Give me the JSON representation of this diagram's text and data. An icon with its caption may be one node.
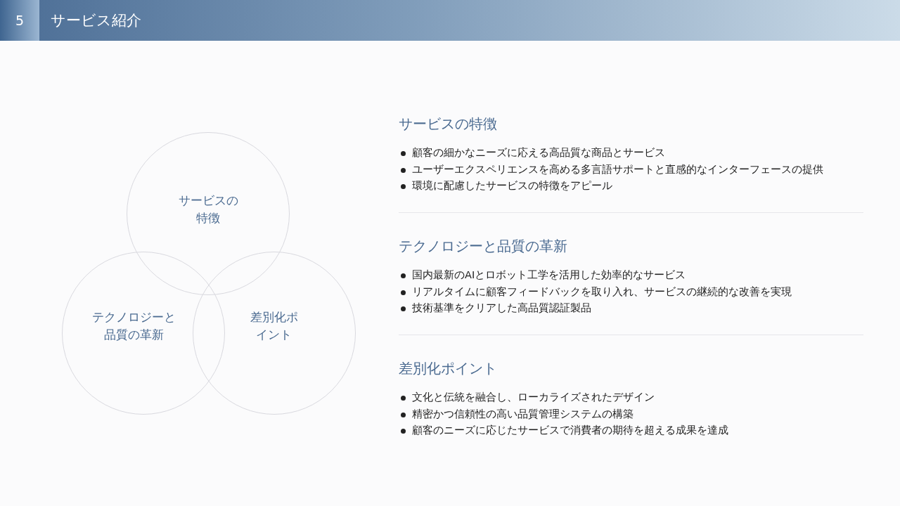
{
  "diagram": {
    "title": "サービス紹介",
    "nodes": [
      {
        "text": [
          "サービスの特徴"
        ]
      },
      {
        "text": [
          "テクノロジーと品質の革新"
        ]
      },
      {
        "text": [
          "差別化ポイント"
        ]
      }
    ],
    "edges": [],
    "labels": [
      "5",
      "サービスの特徴",
      "顧客の細かなニーズに応える高品質な商品とサービス",
      "ユーザーエクスペリエンスを高める多言語サポートと直感的なインターフェースの提供",
      "環境に配慮したサービスの特徴をアピール",
      "テクノロジーと品質の革新",
      "国内最新のAIとロボット工学を活用した効率的なサービス",
      "リアルタイムに顧客フィードバックを取り入れ、サービスの継続的な改善を実現",
      "技術基準をクリアした高品質認証製品",
      "差別化ポイント",
      "文化と伝統を融合し、ローカライズされたデザイン",
      "精密かつ信頼性の高い品質管理システムの構築",
      "顧客のニーズに応じたサービスで消費者の期待を超える成果を達成"
    ]
  }
}
